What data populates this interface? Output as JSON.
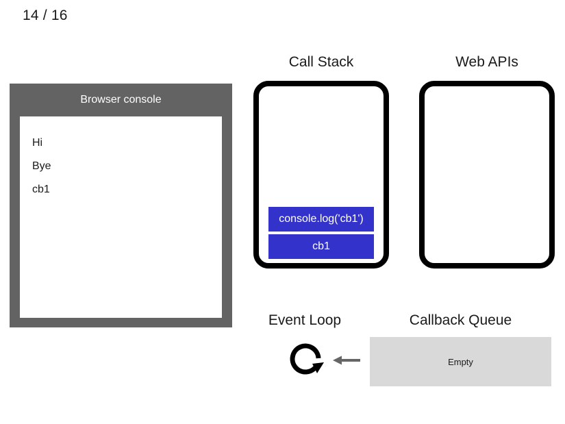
{
  "slide": {
    "counter": "14 / 16"
  },
  "console": {
    "title": "Browser console",
    "lines": [
      "Hi",
      "Bye",
      "cb1"
    ]
  },
  "call_stack": {
    "title": "Call Stack",
    "frames": [
      "console.log('cb1')",
      "cb1"
    ]
  },
  "web_apis": {
    "title": "Web APIs",
    "items": []
  },
  "event_loop": {
    "title": "Event Loop",
    "icon": "circular-arrow-icon"
  },
  "callback_queue": {
    "title": "Callback Queue",
    "empty_label": "Empty",
    "items": []
  },
  "colors": {
    "console_chrome": "#636363",
    "stack_frame": "#3333cc",
    "queue_box": "#d9d9d9",
    "panel_border": "#000000",
    "arrow": "#666666"
  }
}
